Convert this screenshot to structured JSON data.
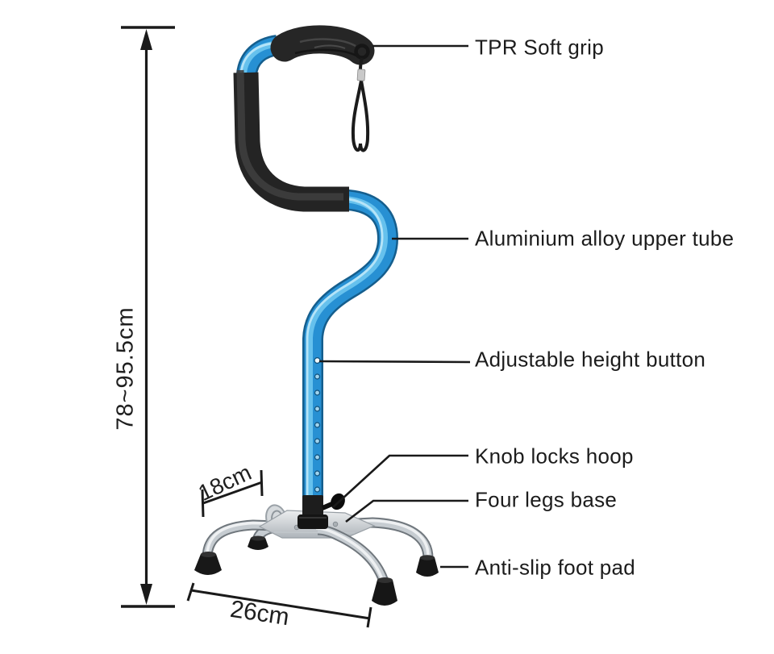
{
  "annotations": {
    "tpr_grip": "TPR Soft grip",
    "upper_tube": "Aluminium alloy upper tube",
    "height_button": "Adjustable height button",
    "knob_hoop": "Knob locks hoop",
    "legs_base": "Four legs base",
    "foot_pad": "Anti-slip foot pad"
  },
  "dimensions": {
    "height_range": "78~95.5cm",
    "base_depth": "18cm",
    "base_width": "26cm"
  },
  "colors": {
    "line": "#1a1a1a",
    "tube_blue": "#2790d3",
    "tube_blue_light": "#6ec6ef",
    "grip_black": "#242424",
    "chrome": "#c6ccd1",
    "background": "#ffffff"
  }
}
